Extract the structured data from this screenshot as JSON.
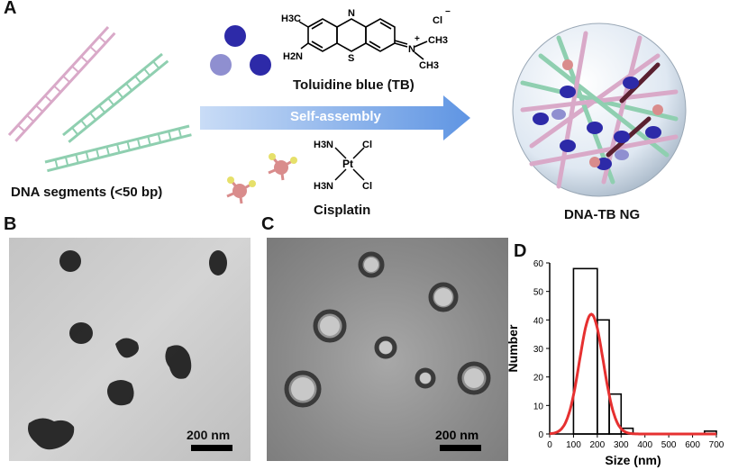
{
  "panel_a": {
    "label": "A",
    "dna_caption": "DNA segments (<50 bp)",
    "arrow_label": "Self-assembly",
    "tb_caption": "Toluidine blue (TB)",
    "cis_caption": "Cisplatin",
    "ng_caption": "DNA-TB NG",
    "tb_structure": {
      "h3c": "H3C",
      "h2n": "H2N",
      "s": "S",
      "n_top": "N",
      "n_plus": "N",
      "ch3_a": "CH3",
      "ch3_b": "CH3",
      "cl": "Cl",
      "charge_minus": "−",
      "charge_plus": "+"
    },
    "cis_structure": {
      "h3n_a": "H3N",
      "h3n_b": "H3N",
      "pt": "Pt",
      "cl_a": "Cl",
      "cl_b": "Cl"
    },
    "colors": {
      "strand_pink": "#d9a9c8",
      "strand_green": "#8fcfb0",
      "tb_dark": "#2d2aa8",
      "tb_light": "#8f8fd0",
      "arrow": "#8fb4ea",
      "cis_pink": "#d98c8c",
      "cis_yellow": "#e6e06a"
    }
  },
  "panel_b": {
    "label": "B",
    "scale": "200 nm"
  },
  "panel_c": {
    "label": "C",
    "scale": "200 nm"
  },
  "panel_d": {
    "label": "D"
  },
  "chart_data": {
    "type": "bar",
    "xlabel": "Size (nm)",
    "ylabel": "Number",
    "xlim": [
      0,
      700
    ],
    "ylim": [
      0,
      60
    ],
    "x_ticks": [
      0,
      100,
      200,
      300,
      400,
      500,
      600,
      700
    ],
    "y_ticks": [
      0,
      10,
      20,
      30,
      40,
      50,
      60
    ],
    "bins": [
      {
        "from": 100,
        "to": 200,
        "count": 58
      },
      {
        "from": 200,
        "to": 250,
        "count": 40
      },
      {
        "from": 250,
        "to": 300,
        "count": 14
      },
      {
        "from": 300,
        "to": 350,
        "count": 2
      },
      {
        "from": 650,
        "to": 700,
        "count": 1
      }
    ],
    "fit": {
      "type": "gaussian",
      "center": 175,
      "sigma": 50,
      "peak": 42,
      "color": "#e63030"
    }
  }
}
